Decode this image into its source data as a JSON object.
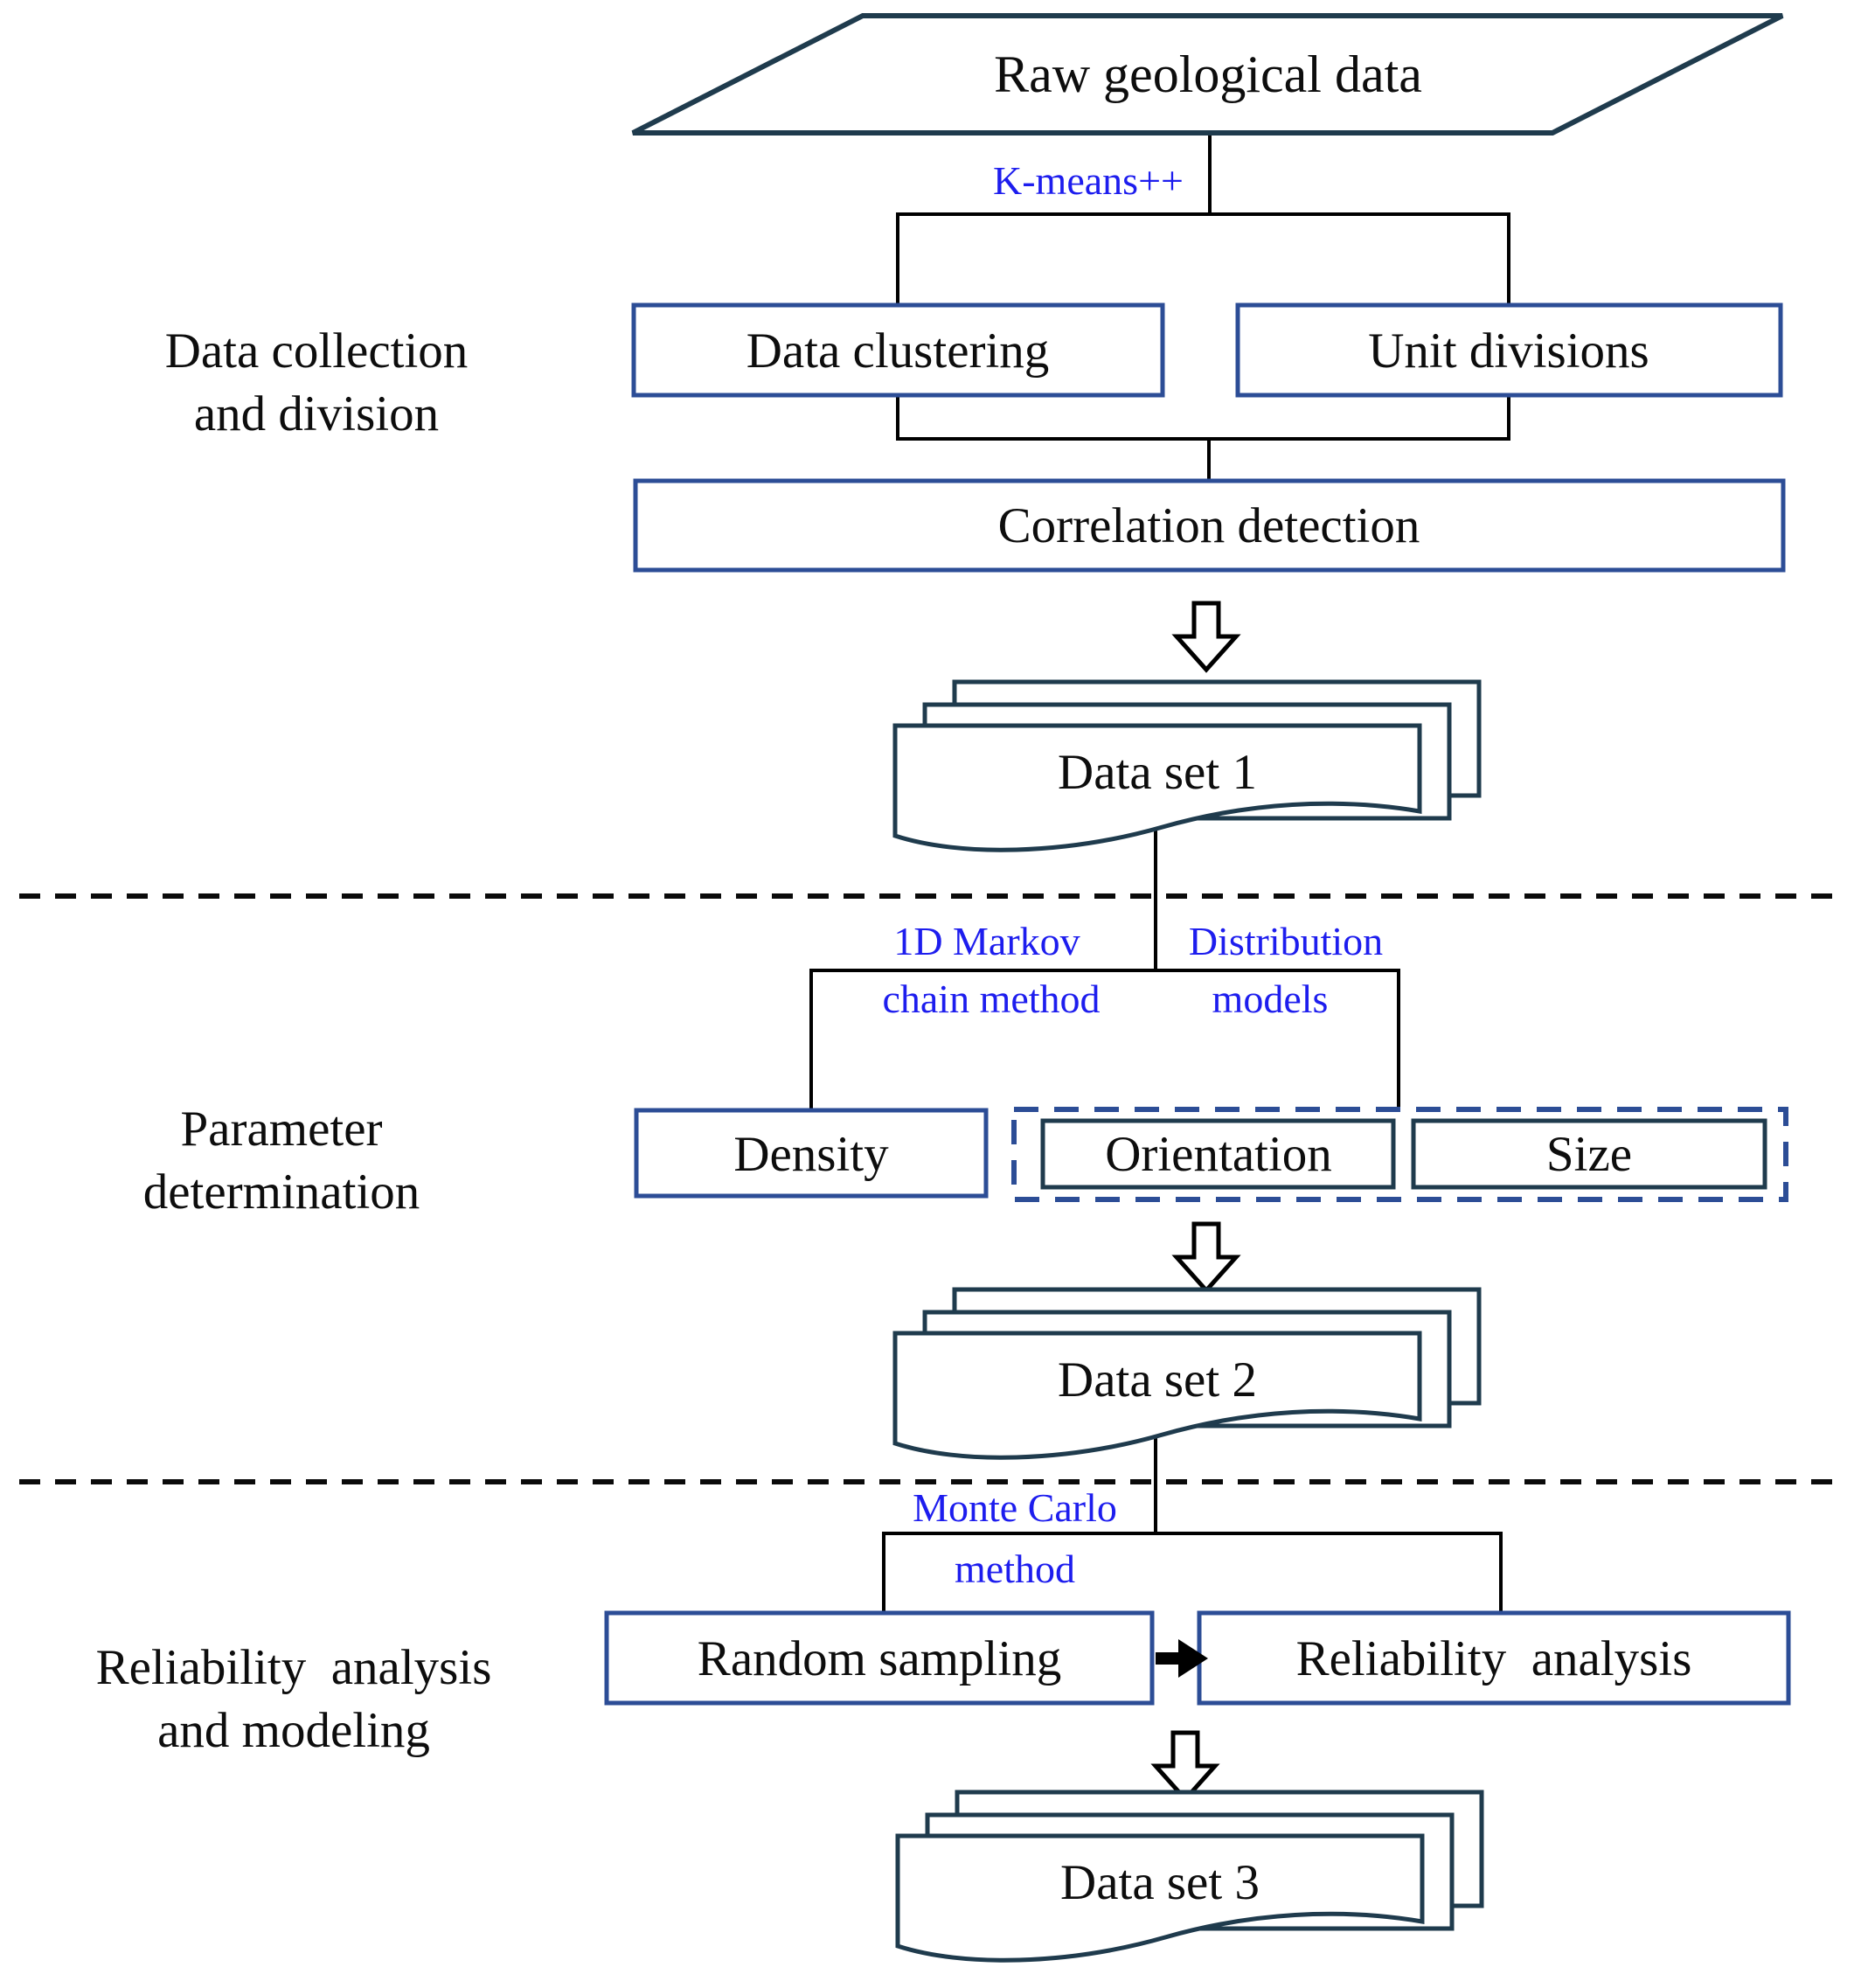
{
  "figure": {
    "type": "flowchart",
    "title_shape": {
      "label": "Raw geological data"
    },
    "stages": [
      {
        "line1": "Data collection",
        "line2": "and division"
      },
      {
        "line1": "Parameter",
        "line2": "determination"
      },
      {
        "line1": "Reliability  analysis",
        "line2": "and modeling"
      }
    ],
    "methods": {
      "kmeans": "K-means++",
      "markov_line1": "1D Markov",
      "markov_line2": "chain method",
      "distribution_line1": "Distribution",
      "distribution_line2": "models",
      "montecarlo_line1": "Monte Carlo",
      "montecarlo_line2": "method"
    },
    "boxes": {
      "data_clustering": "Data clustering",
      "unit_divisions": "Unit divisions",
      "correlation_detection": "Correlation detection",
      "density": "Density",
      "orientation": "Orientation",
      "size": "Size",
      "random_sampling": "Random sampling",
      "reliability_analysis": "Reliability  analysis"
    },
    "datasets": [
      "Data set 1",
      "Data set 2",
      "Data set 3"
    ]
  },
  "colors": {
    "accent": "#2c4d96",
    "dark": "#1f3b4d",
    "blue-text": "#1d1dee",
    "line": "#000000"
  }
}
